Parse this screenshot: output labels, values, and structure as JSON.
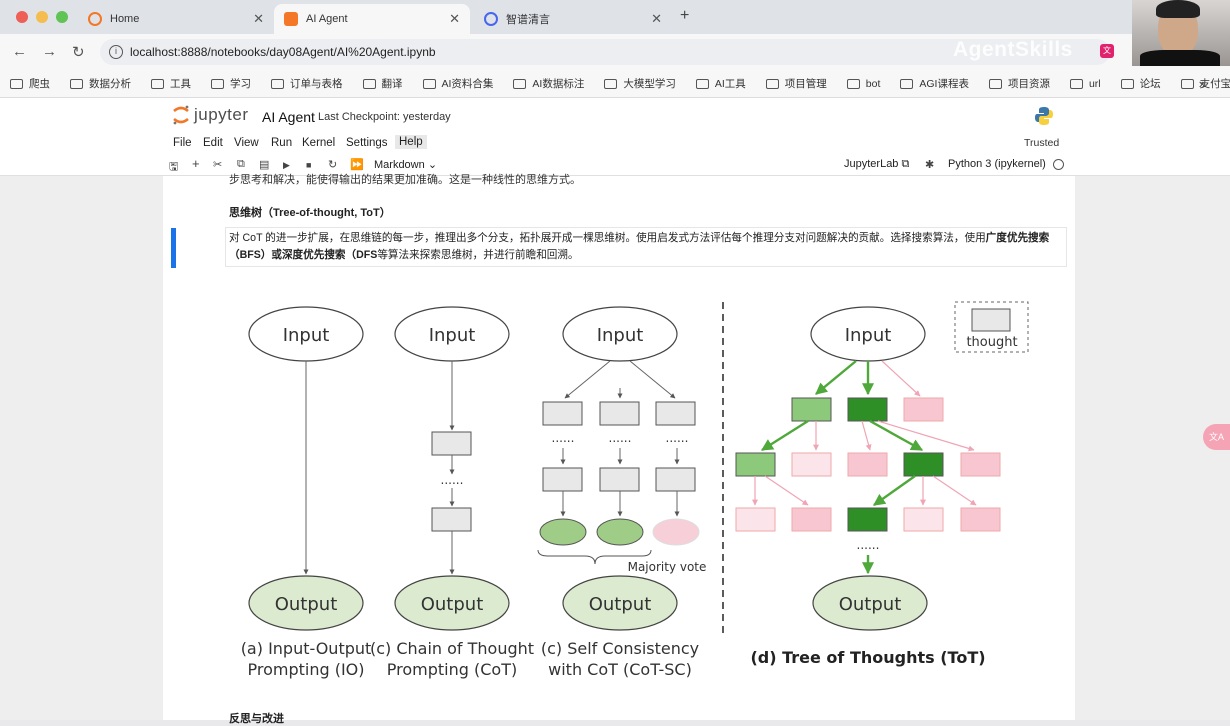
{
  "browser": {
    "tabs": [
      {
        "title": "Home",
        "active": false
      },
      {
        "title": "AI Agent",
        "active": true
      },
      {
        "title": "智谱清言",
        "active": false
      }
    ],
    "url": "localhost:8888/notebooks/day08Agent/AI%20Agent.ipynb",
    "bookmarks": [
      "爬虫",
      "数据分析",
      "工具",
      "学习",
      "订单与表格",
      "翻译",
      "AI资料合集",
      "AI数据标注",
      "大模型学习",
      "AI工具",
      "项目管理",
      "bot",
      "AGI课程表",
      "项目资源",
      "url",
      "论坛",
      "支付宝"
    ],
    "watermark": "AgentSkills"
  },
  "jupyter": {
    "logo_text": "jupyter",
    "notebook_title": "AI Agent",
    "checkpoint": "Last Checkpoint: yesterday",
    "menu": [
      "File",
      "Edit",
      "View",
      "Run",
      "Kernel",
      "Settings",
      "Help"
    ],
    "trusted": "Trusted",
    "cell_type": "Markdown",
    "jupyterlab_label": "JupyterLab",
    "kernel_name": "Python 3 (ipykernel)"
  },
  "notebook": {
    "top_partial": "步思考和解决，能使得输出的结果更加准确。这是一种线性的思维方式。",
    "section_heading": "思维树（Tree-of-thought, ToT）",
    "para_1a": "对 CoT 的进一步扩展，在思维链的每一步，推理出多个分支，拓扑展开成一棵思维树。使用启发式方法评估每个推理分支对问题解决的贡献。选择搜索算法，使用",
    "para_1b": "广度优先搜索",
    "para_2a": "（BFS）或深度优先搜索（DFS",
    "para_2b": "等算法来探索思维树，并进行前瞻和回溯。",
    "bottom_heading": "反思与改进"
  },
  "figure": {
    "input": "Input",
    "output": "Output",
    "dots": "......",
    "legend": "thought",
    "majority_vote": "Majority vote",
    "caption_a_1": "(a) Input-Output",
    "caption_a_2": "Prompting (IO)",
    "caption_b_1": "(c) Chain of Thought",
    "caption_b_2": "Prompting (CoT)",
    "caption_c_1": "(c) Self Consistency",
    "caption_c_2": "with CoT (CoT-SC)",
    "caption_d": "(d) Tree of Thoughts (ToT)",
    "colors": {
      "gray_box": "#e8e8e8",
      "ellipse_green": "#dcebd0",
      "vote_green": "#9fcc86",
      "vote_pink": "#f7cfd8",
      "tot_green_dark": "#2f8f27",
      "tot_green_light": "#8dc97b",
      "tot_pink": "#f7c6d0",
      "tot_pink_light": "#fbe5ea",
      "arrow_green": "#4ea83a",
      "arrow_pink": "#f0a4b4"
    }
  },
  "side_badge": "文A"
}
